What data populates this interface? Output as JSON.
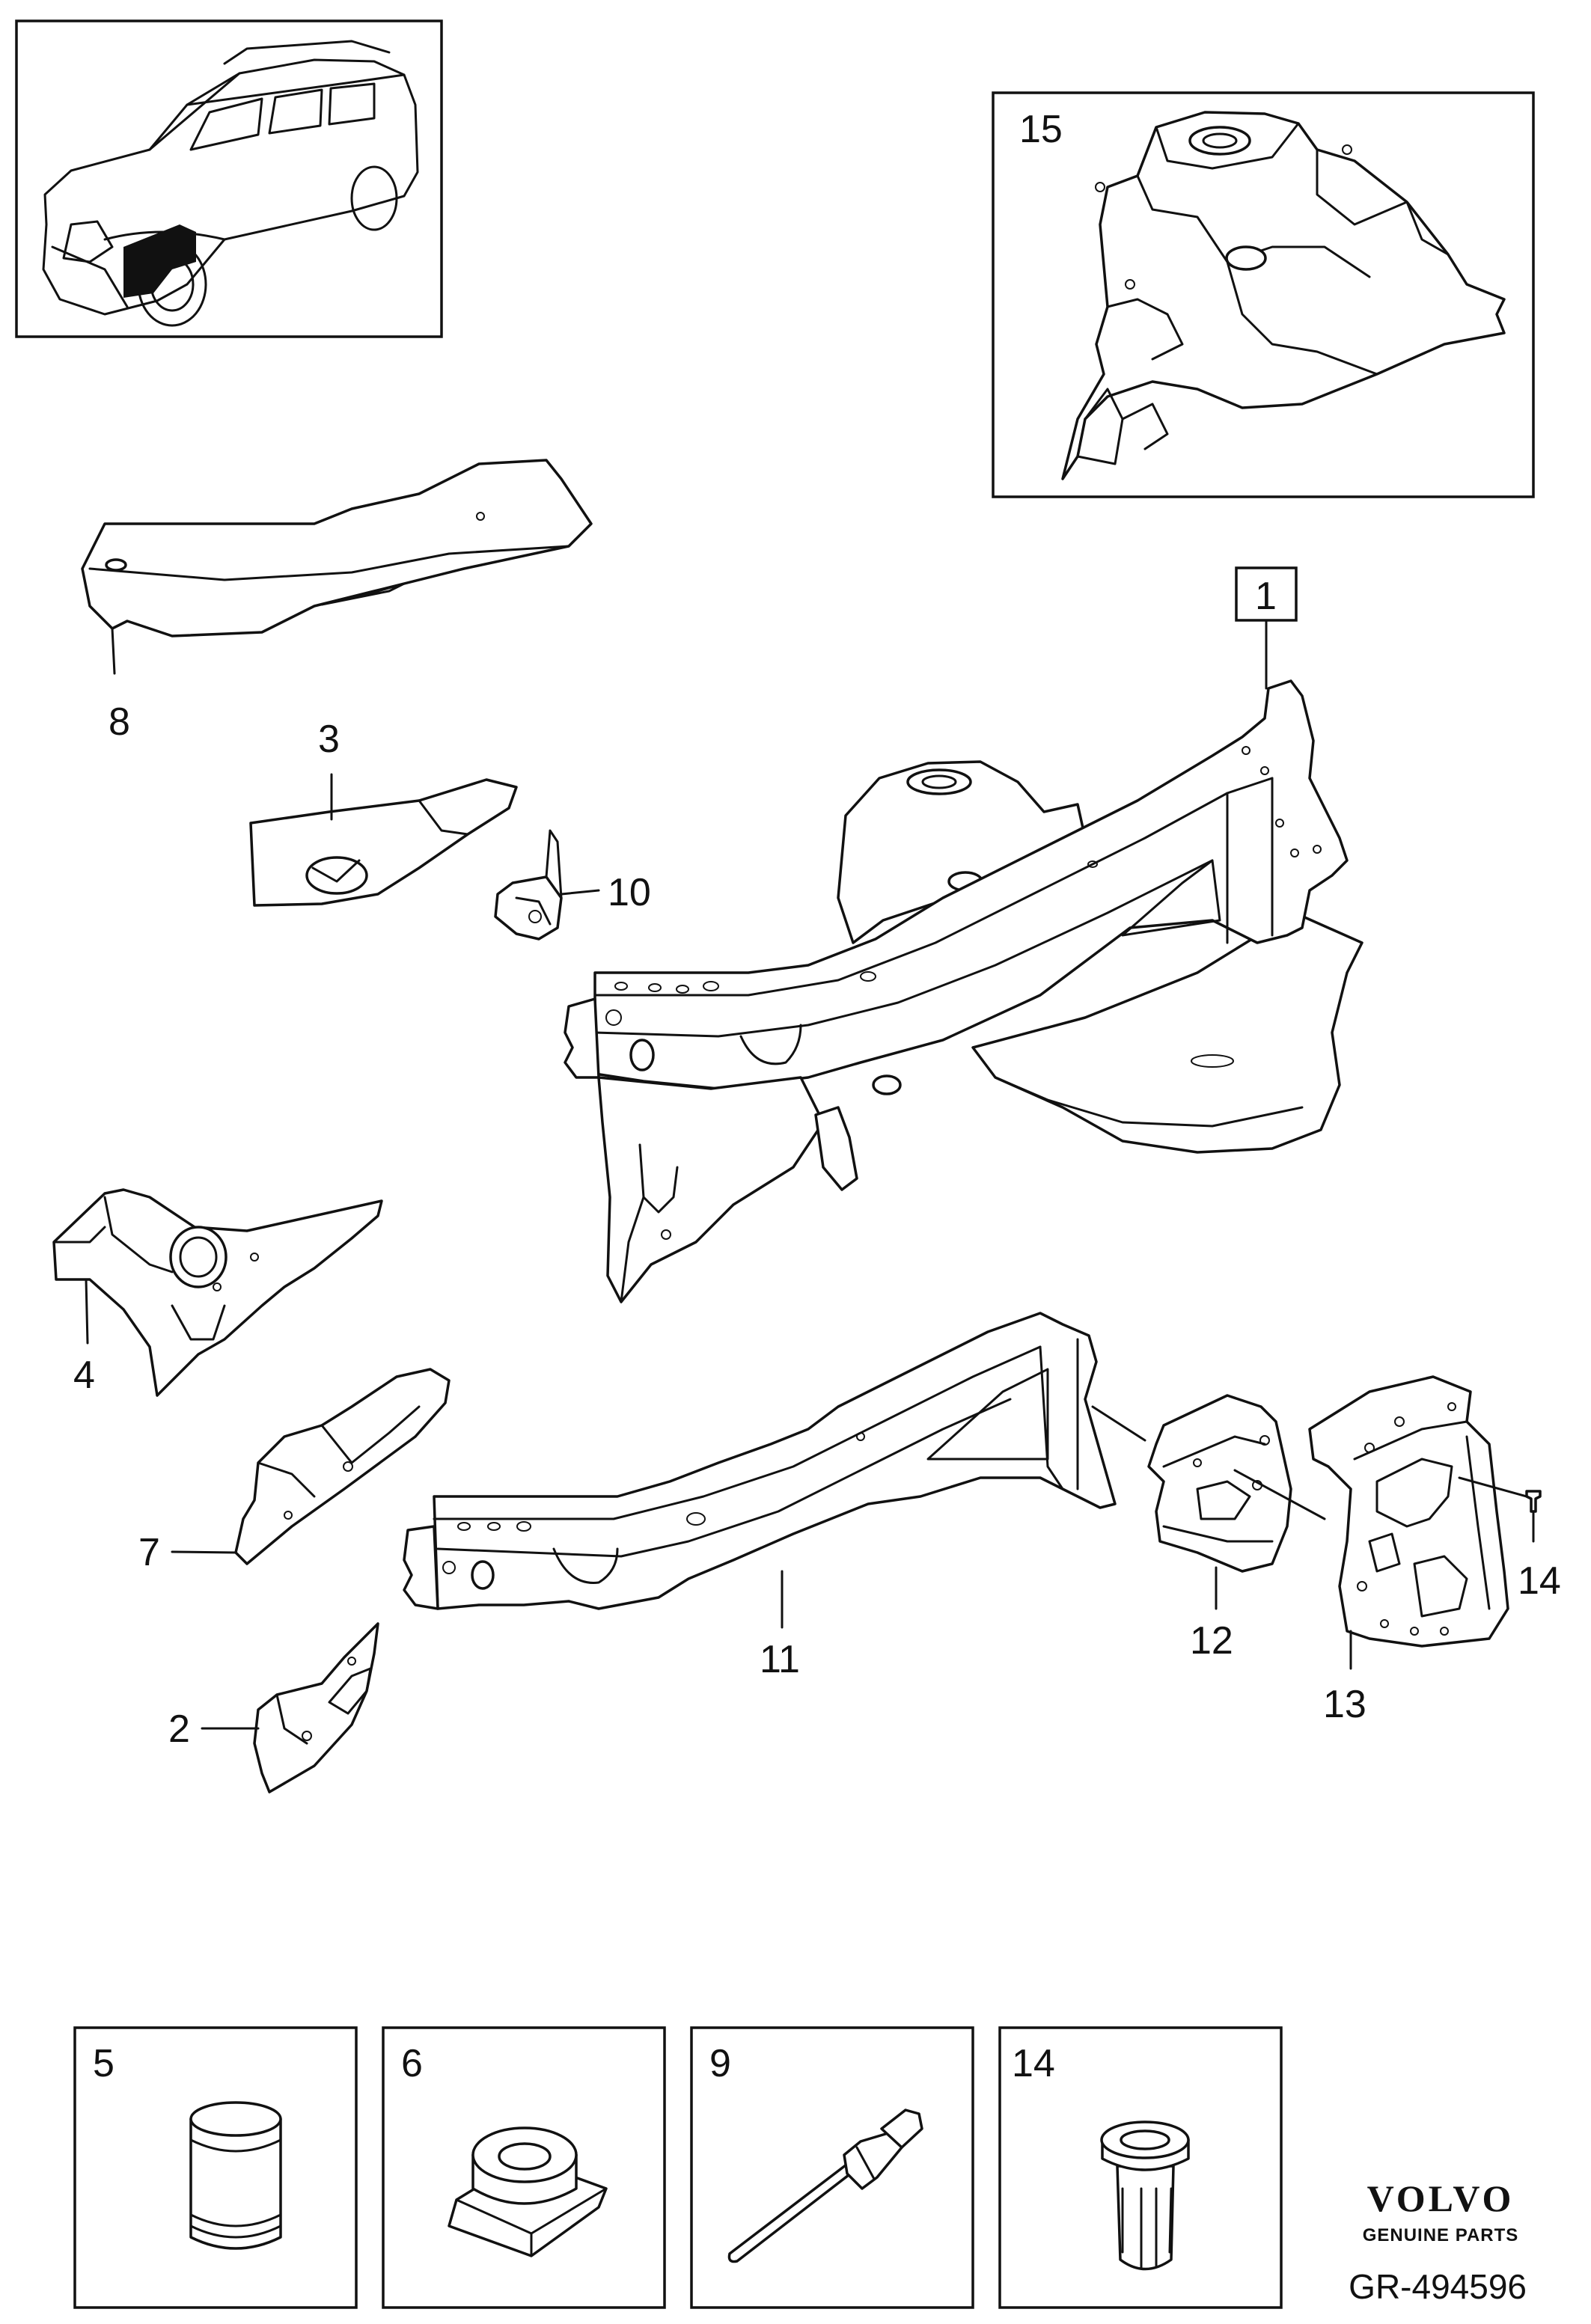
{
  "callouts": {
    "c1": "1",
    "c2": "2",
    "c3": "3",
    "c4": "4",
    "c7": "7",
    "c8": "8",
    "c10": "10",
    "c11": "11",
    "c12": "12",
    "c13": "13",
    "c14": "14",
    "c15": "15"
  },
  "fastener_boxes": [
    {
      "number": "5",
      "icon": "sleeve-icon"
    },
    {
      "number": "6",
      "icon": "cage-nut-icon"
    },
    {
      "number": "9",
      "icon": "blind-rivet-icon"
    },
    {
      "number": "14",
      "icon": "rivet-nut-icon"
    }
  ],
  "footer": {
    "brand": "VOLVO",
    "tagline": "GENUINE PARTS",
    "diagram_code": "GR-494596"
  },
  "colors": {
    "ink": "#111111",
    "paper": "#ffffff"
  }
}
